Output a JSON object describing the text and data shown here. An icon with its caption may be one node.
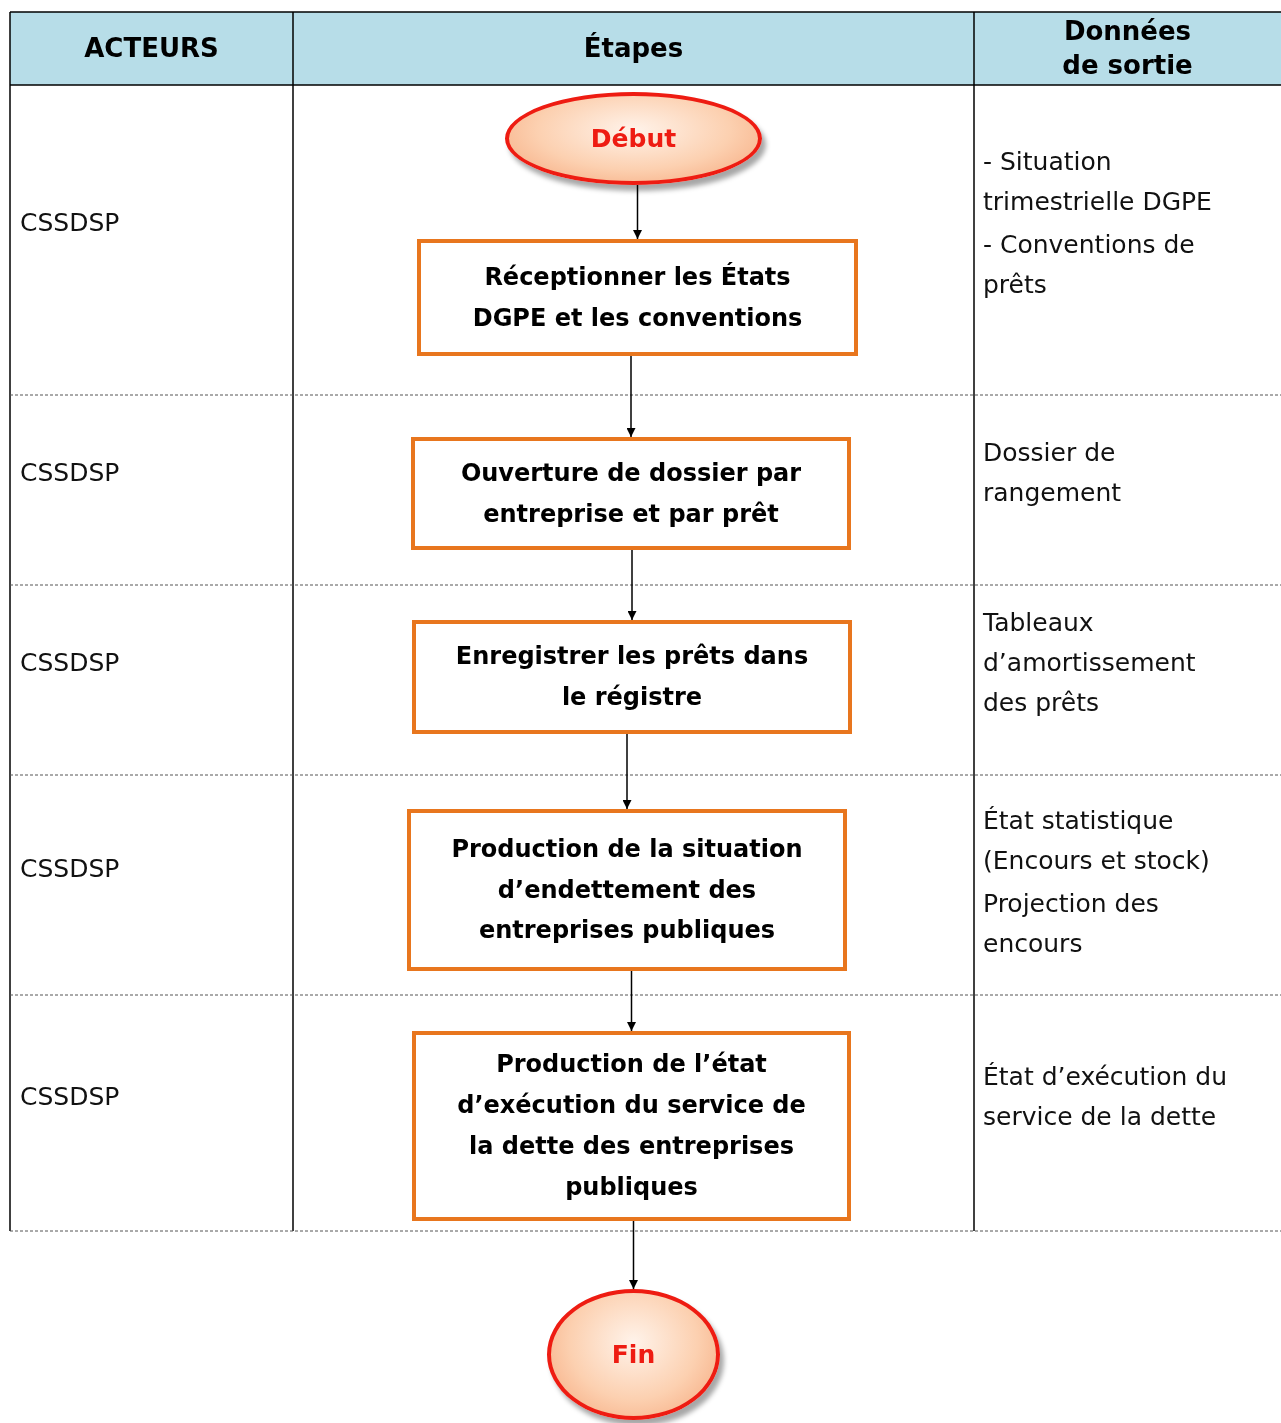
{
  "diagram": {
    "nodes": [
      {
        "text": [
          "Début"
        ]
      },
      {
        "text": [
          "Réceptionner les États DGPE et les conventions"
        ]
      },
      {
        "text": [
          "Ouverture de dossier par entreprise et par prêt"
        ]
      },
      {
        "text": [
          "Enregistrer les prêts dans le régistre"
        ]
      },
      {
        "text": [
          "Production de la situation d’endettement des entreprises publiques"
        ]
      },
      {
        "text": [
          "Production de l’état d’exécution du service de la dette des entreprises publiques"
        ]
      },
      {
        "text": [
          "Fin"
        ]
      }
    ],
    "edges": [
      {
        "from": 0,
        "to": 1,
        "arrow": "to"
      },
      {
        "from": 1,
        "to": 2,
        "arrow": "to"
      },
      {
        "from": 2,
        "to": 3,
        "arrow": "to"
      },
      {
        "from": 3,
        "to": 4,
        "arrow": "to"
      },
      {
        "from": 4,
        "to": 5,
        "arrow": "to"
      },
      {
        "from": 5,
        "to": 6,
        "arrow": "to"
      }
    ],
    "labels": [
      "ACTEURS",
      "Étapes",
      "Données de sortie",
      "CSSDSP",
      "- Situation trimestrielle DGPE",
      "- Conventions de prêts",
      "CSSDSP",
      "Dossier de rangement",
      "CSSDSP",
      "Tableaux d’amortissement des prêts",
      "CSSDSP",
      "État statistique (Encours et stock)",
      "Projection des encours",
      "CSSDSP",
      "État d’exécution du service de la dette"
    ]
  }
}
